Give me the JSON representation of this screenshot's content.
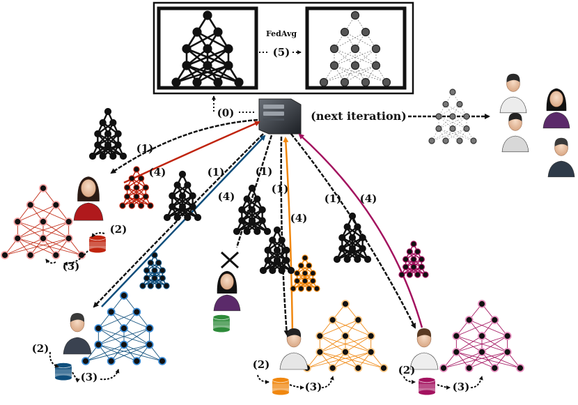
{
  "aggregator": {
    "method_label": "FedAvg",
    "step5_label": "(5)"
  },
  "server": {
    "init_label": "(0)",
    "next_label": "(next iteration)"
  },
  "steps": {
    "s1": "(1)",
    "s2": "(2)",
    "s3": "(3)",
    "s4": "(4)"
  },
  "colors": {
    "red": "#c0240e",
    "blue": "#0e4e7c",
    "orange": "#f0870f",
    "magenta": "#a3125f",
    "green": "#2e8b3a",
    "black": "#111111"
  },
  "icons": {
    "server": "server-icon",
    "user": "user-avatar-icon",
    "database": "database-icon",
    "network": "neural-network-icon",
    "dropout": "cross-mark-icon"
  }
}
